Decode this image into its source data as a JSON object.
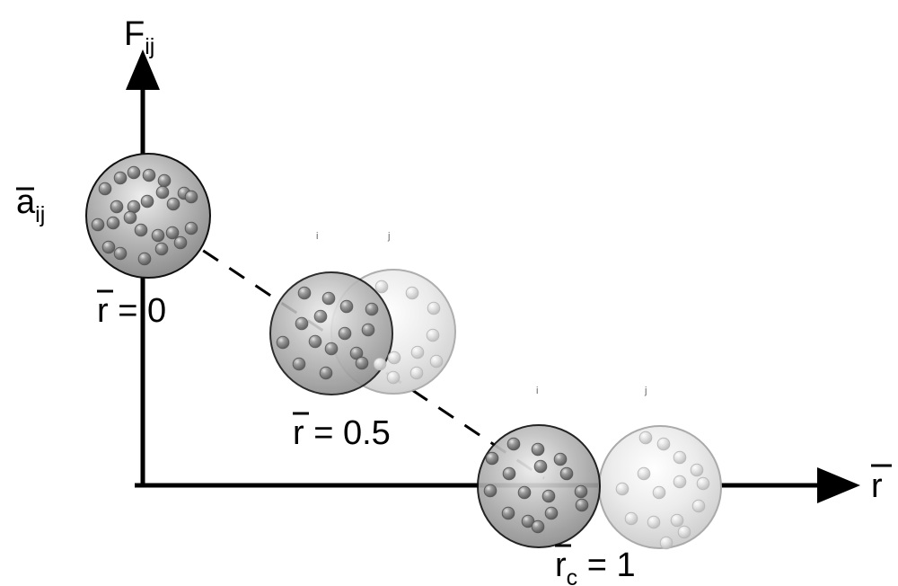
{
  "axes": {
    "y_label": "F",
    "y_label_sub": "ij",
    "x_label": "r"
  },
  "labels": {
    "a_label": "a",
    "a_label_sub": "ij",
    "r_zero": "r = 0",
    "r_half": "r = 0.5",
    "rc_main": "r",
    "rc_sub": "c",
    "rc_tail": " = 1",
    "particle_i": "i",
    "particle_j": "j"
  },
  "colors": {
    "bead_dark": "#777777",
    "bead_light": "#d7d7d7",
    "sphere_dark": "#8a8a8a",
    "sphere_light": "#e1e1e1"
  }
}
